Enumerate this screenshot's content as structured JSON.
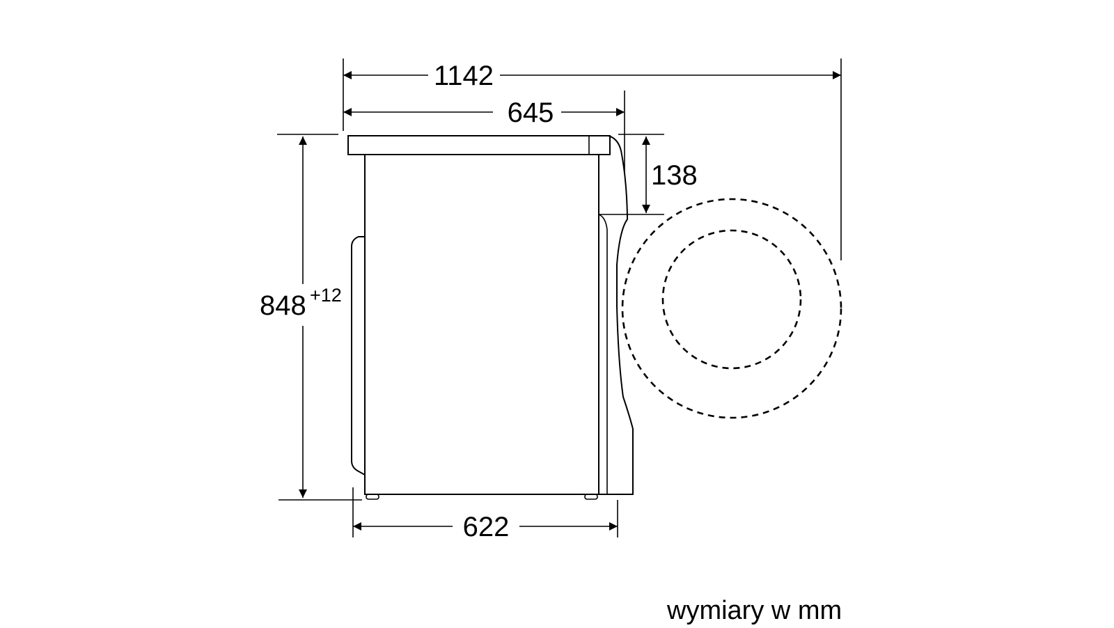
{
  "dimensions": {
    "total_depth": "1142",
    "body_depth": "645",
    "door_offset": "138",
    "height": "848",
    "height_tolerance": "+12",
    "base_width": "622"
  },
  "units_note": "wymiary w mm",
  "colors": {
    "line": "#000000",
    "background": "#ffffff"
  }
}
